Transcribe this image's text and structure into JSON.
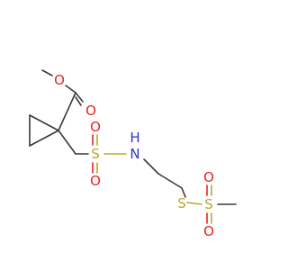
{
  "molecule": {
    "atoms": {
      "ester_o_single": "O",
      "ester_o_double": "O",
      "sulfonyl_o_top": "O",
      "sulfonyl_s": "S",
      "sulfonyl_o_bottom": "O",
      "amide_n": "N",
      "amide_h": "H",
      "thio_s": "S",
      "sulfone_s": "S",
      "sulfone_o_top": "O",
      "sulfone_o_bottom": "O"
    }
  },
  "colors": {
    "carbon": "#3a3a3a",
    "oxygen": "#e8231e",
    "sulfur": "#b8a82a",
    "nitrogen": "#2b35c9"
  }
}
